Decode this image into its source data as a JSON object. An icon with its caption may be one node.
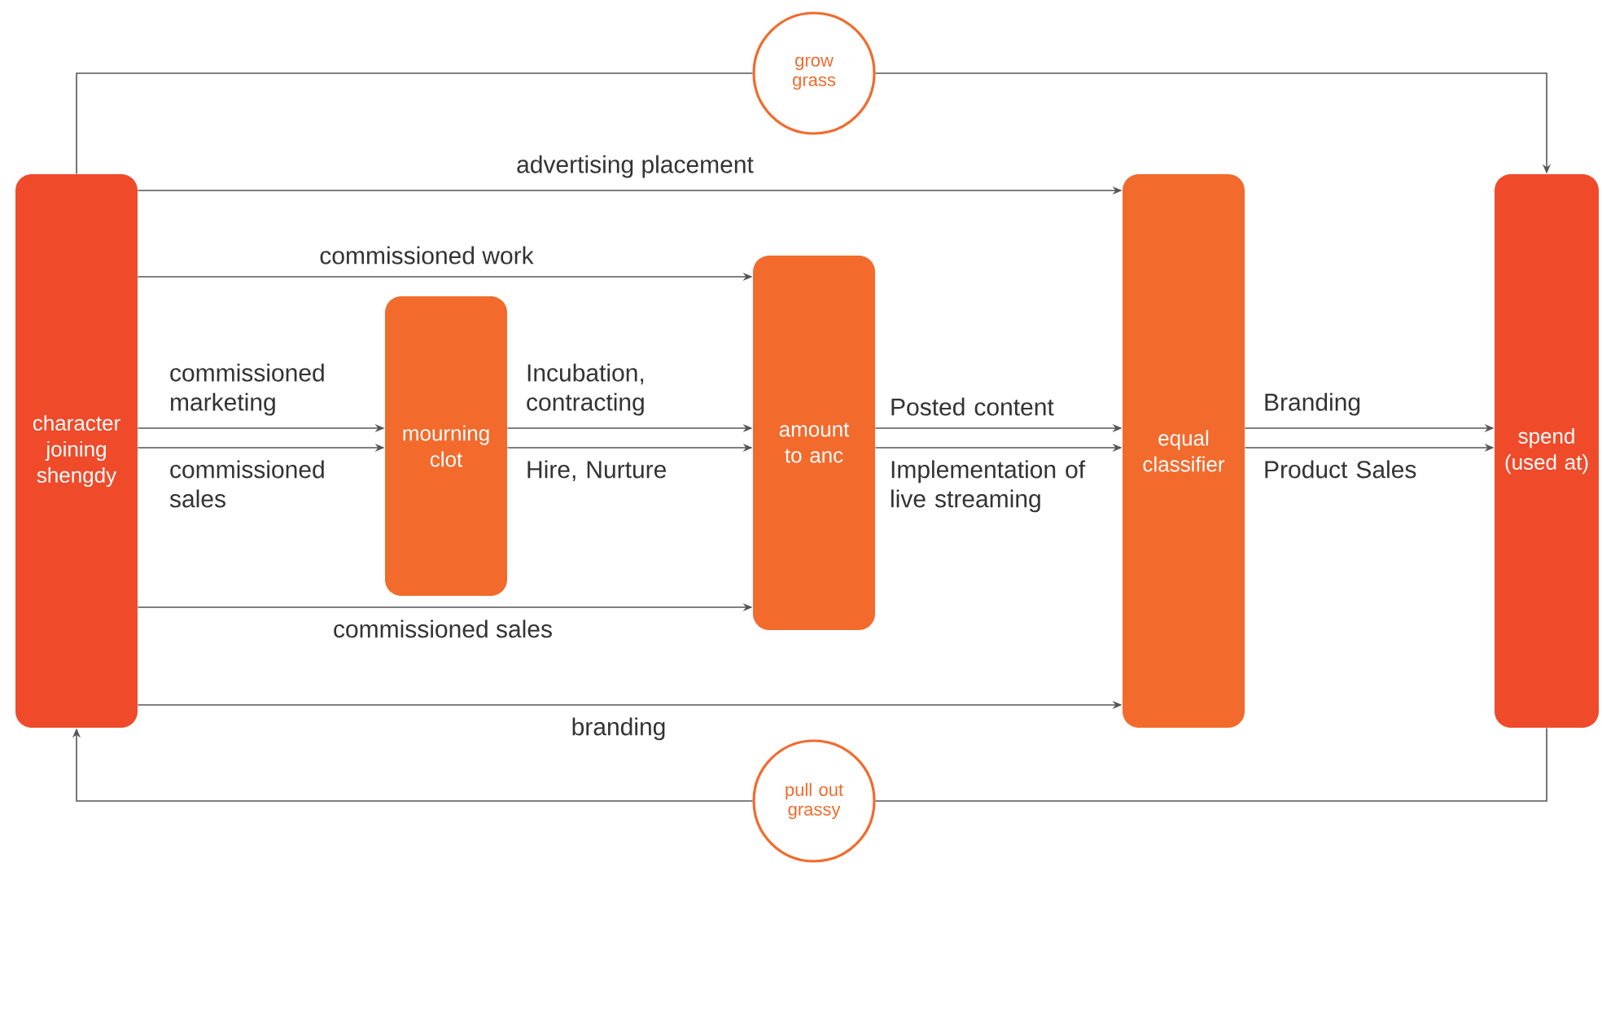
{
  "diagram": {
    "nodes": [
      {
        "text": [
          "character joining shengdy"
        ]
      },
      {
        "text": [
          "mourning clot"
        ]
      },
      {
        "text": [
          "grow grass"
        ]
      },
      {
        "text": [
          "amount to anc"
        ]
      },
      {
        "text": [
          "equal classifier"
        ]
      },
      {
        "text": [
          "spend (used at)"
        ]
      },
      {
        "text": [
          "pull out grassy"
        ]
      }
    ],
    "edges": [
      {
        "from": 0,
        "to": 2,
        "arrow": "none"
      },
      {
        "from": 2,
        "to": 5,
        "arrow": "to"
      },
      {
        "from": 5,
        "to": 6,
        "arrow": "none"
      },
      {
        "from": 6,
        "to": 0,
        "arrow": "to"
      },
      {
        "from": 0,
        "to": 4,
        "arrow": "to",
        "label": "advertising placement"
      },
      {
        "from": 0,
        "to": 3,
        "arrow": "to",
        "label": "commissioned work"
      },
      {
        "from": 0,
        "to": 1,
        "arrow": "to",
        "label": "commissioned marketing"
      },
      {
        "from": 0,
        "to": 1,
        "arrow": "to",
        "label": "commissioned sales"
      },
      {
        "from": 0,
        "to": 3,
        "arrow": "to",
        "label": "commissioned sales"
      },
      {
        "from": 0,
        "to": 4,
        "arrow": "to",
        "label": "branding"
      },
      {
        "from": 1,
        "to": 3,
        "arrow": "to",
        "label": "Incubation, contracting"
      },
      {
        "from": 1,
        "to": 3,
        "arrow": "to",
        "label": "Hire, Nurture"
      },
      {
        "from": 3,
        "to": 4,
        "arrow": "to",
        "label": "Posted content"
      },
      {
        "from": 3,
        "to": 4,
        "arrow": "to",
        "label": "Implementation of live streaming"
      },
      {
        "from": 4,
        "to": 5,
        "arrow": "to",
        "label": "Branding"
      },
      {
        "from": 4,
        "to": 5,
        "arrow": "to",
        "label": "Product Sales"
      }
    ]
  }
}
